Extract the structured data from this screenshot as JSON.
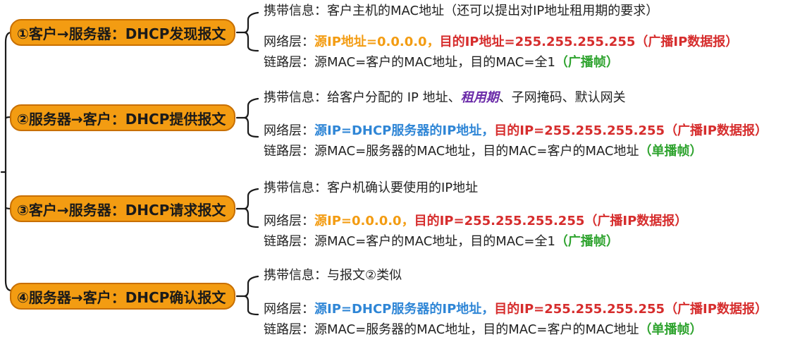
{
  "diagram": {
    "messages": [
      {
        "title": "①客户→服务器：DHCP发现报文",
        "carry": {
          "prefix": "携带信息：",
          "text": "客户主机的MAC地址（还可以提出对IP地址租用期的要求）"
        },
        "network": {
          "prefix": "网络层：",
          "src": "源IP地址=0.0.0.0，",
          "dst": "目的IP地址=255.255.255.255",
          "note": "（广播IP数据报）"
        },
        "link": {
          "prefix": "链路层：",
          "text": "源MAC=客户的MAC地址，目的MAC=全1",
          "note": "（广播帧）"
        }
      },
      {
        "title": "②服务器→客户：DHCP提供报文",
        "carry": {
          "prefix": "携带信息：",
          "text_before": "给客户分配的 IP 地址、",
          "highlight": "租用期",
          "text_after": "、子网掩码、默认网关"
        },
        "network": {
          "prefix": "网络层：",
          "src": "源IP=DHCP服务器的IP地址，",
          "dst": "目的IP=255.255.255.255",
          "note": "（广播IP数据报）"
        },
        "link": {
          "prefix": "链路层：",
          "text": "源MAC=服务器的MAC地址，目的MAC=客户的MAC地址",
          "note": "（单播帧）"
        }
      },
      {
        "title": "③客户→服务器：DHCP请求报文",
        "carry": {
          "prefix": "携带信息：",
          "text": "客户机确认要使用的IP地址"
        },
        "network": {
          "prefix": "网络层：",
          "src": "源IP=0.0.0.0，",
          "dst": "目的IP=255.255.255.255",
          "note": "（广播IP数据报）"
        },
        "link": {
          "prefix": "链路层：",
          "text": "源MAC=客户的MAC地址，目的MAC=全1",
          "note": "（广播帧）"
        }
      },
      {
        "title": "④服务器→客户：DHCP确认报文",
        "carry": {
          "prefix": "携带信息：",
          "text": "与报文②类似"
        },
        "network": {
          "prefix": "网络层：",
          "src": "源IP=DHCP服务器的IP地址，",
          "dst": "目的IP=255.255.255.255",
          "note": "（广播IP数据报）"
        },
        "link": {
          "prefix": "链路层：",
          "text": "源MAC=服务器的MAC地址，目的MAC=客户的MAC地址",
          "note": "（单播帧）"
        }
      }
    ]
  }
}
